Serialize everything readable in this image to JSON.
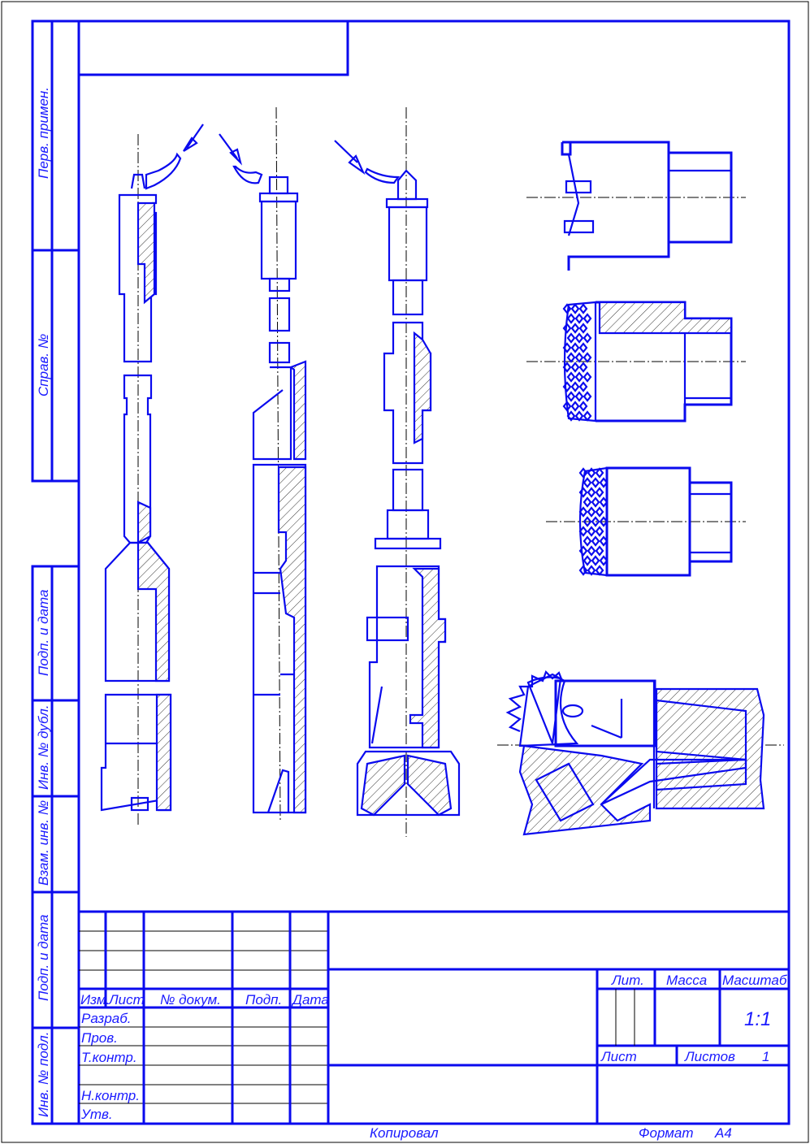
{
  "colors": {
    "line": "#0a0aee",
    "thin": "#000000"
  },
  "side_strip": [
    "Перв. примен.",
    "Справ. №",
    "Подп. и дата",
    "Инв. № дубл.",
    "Взам. инв. №",
    "Подп. и дата",
    "Инв. № подл."
  ],
  "title_block": {
    "headers": {
      "izm": "Изм.",
      "list": "Лист",
      "doc": "№ докум.",
      "podp": "Подп.",
      "data": "Дата"
    },
    "roles": [
      "Разраб.",
      "Пров.",
      "Т.контр.",
      "Н.контр.",
      "Утв."
    ],
    "lit": "Лит.",
    "massa": "Масса",
    "masshtab": "Масштаб",
    "scale_value": "1:1",
    "sheet": "Лист",
    "sheets": "Листов",
    "sheets_value": "1"
  },
  "footer": {
    "copied": "Копировал",
    "format_label": "Формат",
    "format_value": "A4"
  }
}
